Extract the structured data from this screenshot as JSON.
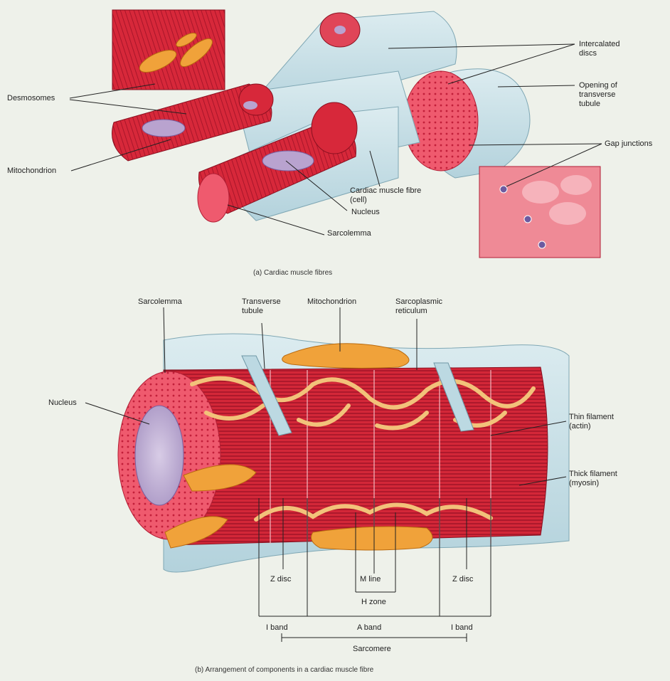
{
  "panel_a": {
    "caption": "(a) Cardiac muscle fibres",
    "labels": {
      "desmosomes": "Desmosomes",
      "mitochondrion": "Mitochondrion",
      "intercalated_discs": "Intercalated\ndiscs",
      "opening_transverse_tubule": "Opening of\ntransverse\ntubule",
      "gap_junctions": "Gap junctions",
      "cardiac_muscle_fibre": "Cardiac muscle fibre\n(cell)",
      "nucleus": "Nucleus",
      "sarcolemma": "Sarcolemma"
    }
  },
  "panel_b": {
    "caption": "(b) Arrangement of components in a cardiac muscle fibre",
    "labels": {
      "sarcolemma": "Sarcolemma",
      "transverse_tubule": "Transverse\ntubule",
      "mitochondrion": "Mitochondrion",
      "sarcoplasmic_reticulum": "Sarcoplasmic\nreticulum",
      "nucleus": "Nucleus",
      "thin_filament": "Thin filament\n(actin)",
      "thick_filament": "Thick filament\n(myosin)",
      "z_disc_left": "Z disc",
      "m_line": "M line",
      "z_disc_right": "Z disc",
      "h_zone": "H zone",
      "i_band_left": "I band",
      "a_band": "A band",
      "i_band_right": "I band",
      "sarcomere": "Sarcomere"
    }
  },
  "colors": {
    "background": "#eef1ea",
    "muscle_red": "#d7283a",
    "muscle_dark": "#a8162a",
    "sarcolemma_blue": "#c6dfe6",
    "mitochondrion_orange": "#f0a23a",
    "reticulum_yellow": "#f2c27a",
    "nucleus_purple": "#b9a3cf"
  }
}
